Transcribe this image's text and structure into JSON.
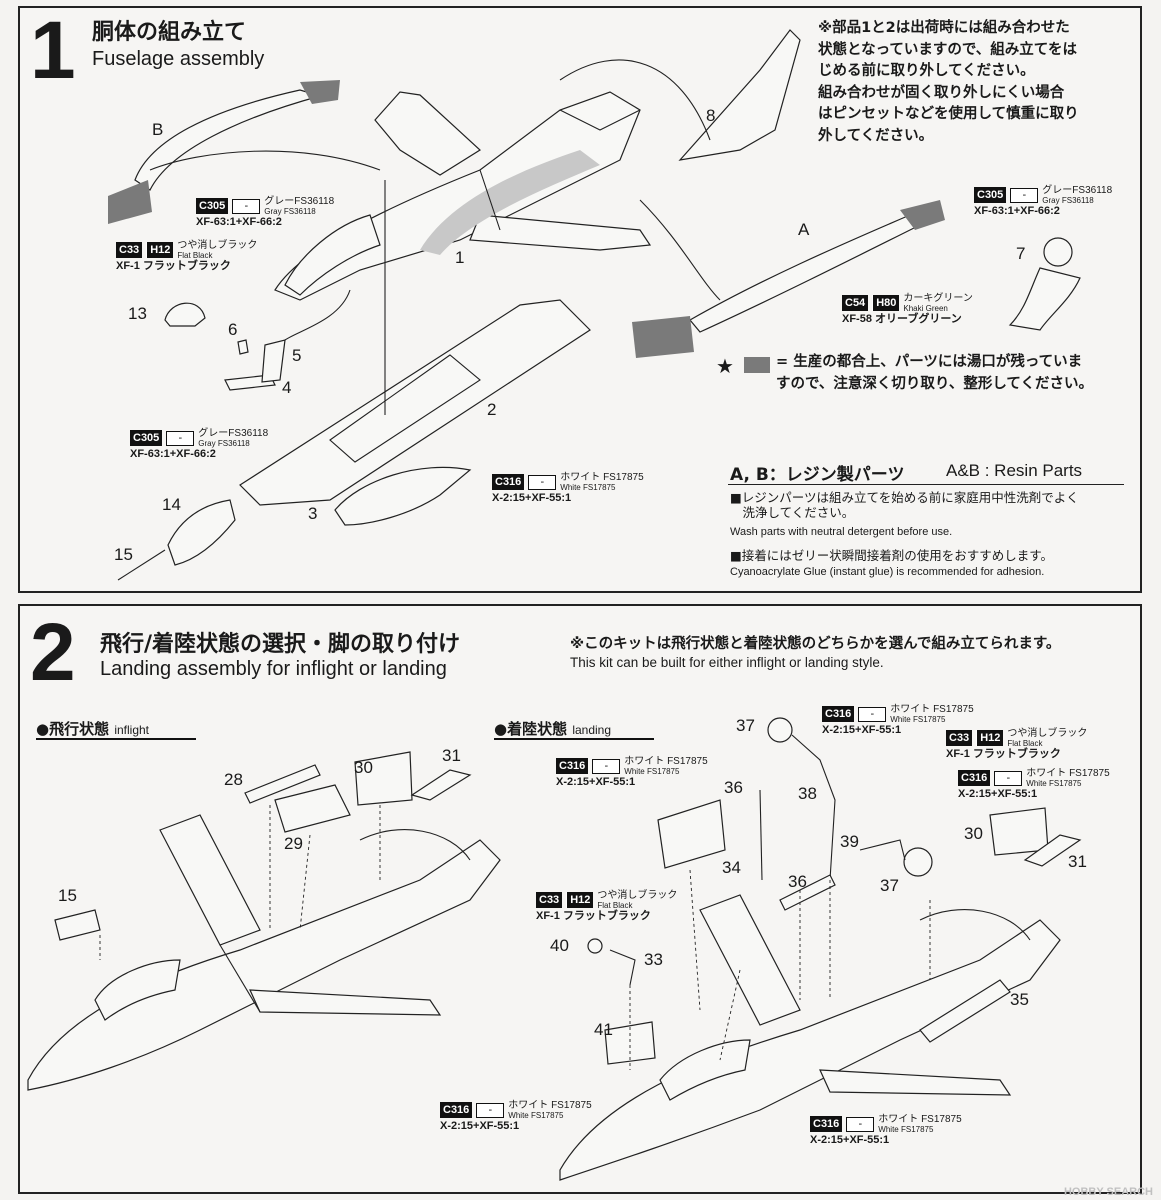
{
  "step1": {
    "number": "1",
    "title_jp": "胴体の組み立て",
    "title_en": "Fuselage assembly",
    "note_jp": "※部品1と2は出荷時には組み合わせた\n状態となっていますので、組み立てをは\nじめる前に取り外してください。\n組み合わせが固く取り外しにくい場合\nはピンセットなどを使用して慎重に取り\n外してください。",
    "gate_note": "= 生産の都合上、パーツには湯口が残っていま\nすので、注意深く切り取り、整形してください。",
    "labels": {
      "A": "A",
      "B": "B"
    },
    "parts": [
      "1",
      "2",
      "3",
      "4",
      "5",
      "6",
      "7",
      "8",
      "13",
      "14",
      "15"
    ],
    "paints": {
      "gray1": {
        "code": "C305",
        "hcode": "-",
        "jp": "グレーFS36118",
        "en": "Gray FS36118",
        "mix": "XF-63:1+XF-66:2"
      },
      "flatblack": {
        "code": "C33",
        "hcode": "H12",
        "jp": "つや消しブラック",
        "en": "Flat Black",
        "mix": "XF-1 フラットブラック"
      },
      "gray2": {
        "code": "C305",
        "hcode": "-",
        "jp": "グレーFS36118",
        "en": "Gray FS36118",
        "mix": "XF-63:1+XF-66:2"
      },
      "gray3": {
        "code": "C305",
        "hcode": "-",
        "jp": "グレーFS36118",
        "en": "Gray FS36118",
        "mix": "XF-63:1+XF-66:2"
      },
      "khaki": {
        "code": "C54",
        "hcode": "H80",
        "jp": "カーキグリーン",
        "en": "Khaki Green",
        "mix": "XF-58 オリーブグリーン"
      },
      "white": {
        "code": "C316",
        "hcode": "-",
        "jp": "ホワイト FS17875",
        "en": "White FS17875",
        "mix": "X-2:15+XF-55:1"
      }
    },
    "resin": {
      "heading_jp": "A, B：レジン製パーツ",
      "heading_en": "A&B : Resin Parts",
      "wash_jp": "■レジンパーツは組み立てを始める前に家庭用中性洗剤でよく\n　洗浄してください。",
      "wash_en": "Wash parts with neutral detergent before use.",
      "glue_jp": "■接着にはゼリー状瞬間接着剤の使用をおすすめします。",
      "glue_en": "Cyanoacrylate Glue (instant glue) is recommended for adhesion."
    }
  },
  "step2": {
    "number": "2",
    "title_jp": "飛行/着陸状態の選択・脚の取り付け",
    "title_en": "Landing assembly for inflight or landing",
    "note_jp": "※このキットは飛行状態と着陸状態のどちらかを選んで組み立てられます。",
    "note_en": "This kit can be built for either inflight or landing style.",
    "inflight_jp": "●飛行状態",
    "inflight_en": "inflight",
    "landing_jp": "●着陸状態",
    "landing_en": "landing",
    "parts_inflight": [
      "15",
      "28",
      "29",
      "30",
      "31"
    ],
    "parts_landing": [
      "30",
      "31",
      "33",
      "34",
      "35",
      "36",
      "36",
      "37",
      "37",
      "38",
      "39",
      "40",
      "41"
    ],
    "paints": {
      "white_top": {
        "code": "C316",
        "hcode": "-",
        "jp": "ホワイト FS17875",
        "en": "White FS17875",
        "mix": "X-2:15+XF-55:1"
      },
      "flatblack_r": {
        "code": "C33",
        "hcode": "H12",
        "jp": "つや消しブラック",
        "en": "Flat Black",
        "mix": "XF-1 フラットブラック"
      },
      "white_r": {
        "code": "C316",
        "hcode": "-",
        "jp": "ホワイト FS17875",
        "en": "White FS17875",
        "mix": "X-2:15+XF-55:1"
      },
      "white_l": {
        "code": "C316",
        "hcode": "-",
        "jp": "ホワイト FS17875",
        "en": "White FS17875",
        "mix": "X-2:15+XF-55:1"
      },
      "flatblack_l": {
        "code": "C33",
        "hcode": "H12",
        "jp": "つや消しブラック",
        "en": "Flat Black",
        "mix": "XF-1 フラットブラック"
      },
      "white_bl": {
        "code": "C316",
        "hcode": "-",
        "jp": "ホワイト FS17875",
        "en": "White FS17875",
        "mix": "X-2:15+XF-55:1"
      },
      "white_bm": {
        "code": "C316",
        "hcode": "-",
        "jp": "ホワイト FS17875",
        "en": "White FS17875",
        "mix": "X-2:15+XF-55:1"
      }
    }
  },
  "watermark": "HOBBY SEARCH"
}
